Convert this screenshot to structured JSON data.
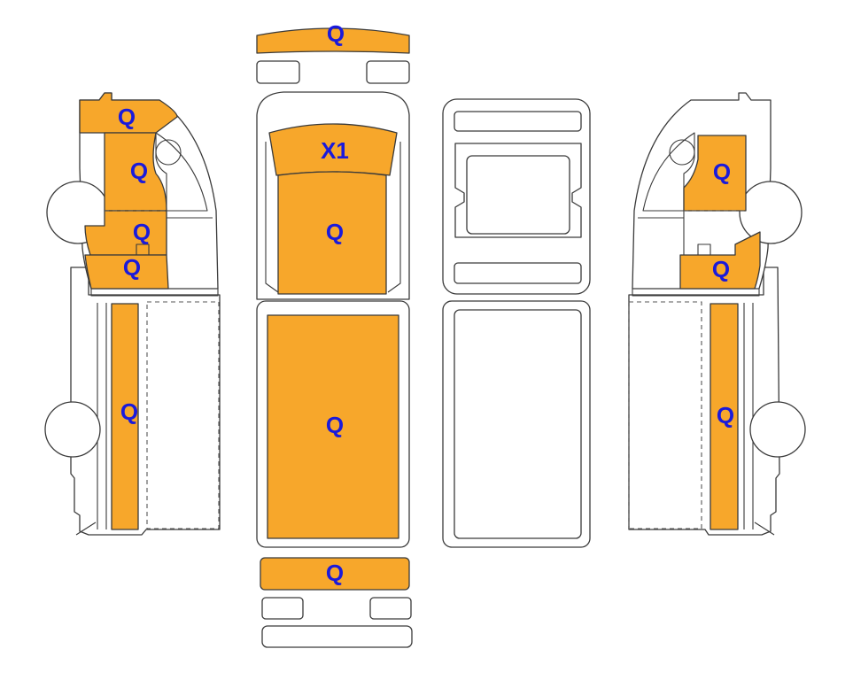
{
  "colors": {
    "damage_fill": "#F7A72B",
    "label_text": "#1A1ADB",
    "outline": "#3A3A3A",
    "background": "#FFFFFF"
  },
  "zones": {
    "front_bumper": "Q",
    "windshield": "X1",
    "roof": "Q",
    "cargo_roof": "Q",
    "rear_bumper": "Q",
    "left_cab_top": "Q",
    "left_door": "Q",
    "left_door_lower": "Q",
    "left_step": "Q",
    "left_cargo_side": "Q",
    "right_door": "Q",
    "right_step": "Q",
    "right_cargo_side": "Q"
  }
}
